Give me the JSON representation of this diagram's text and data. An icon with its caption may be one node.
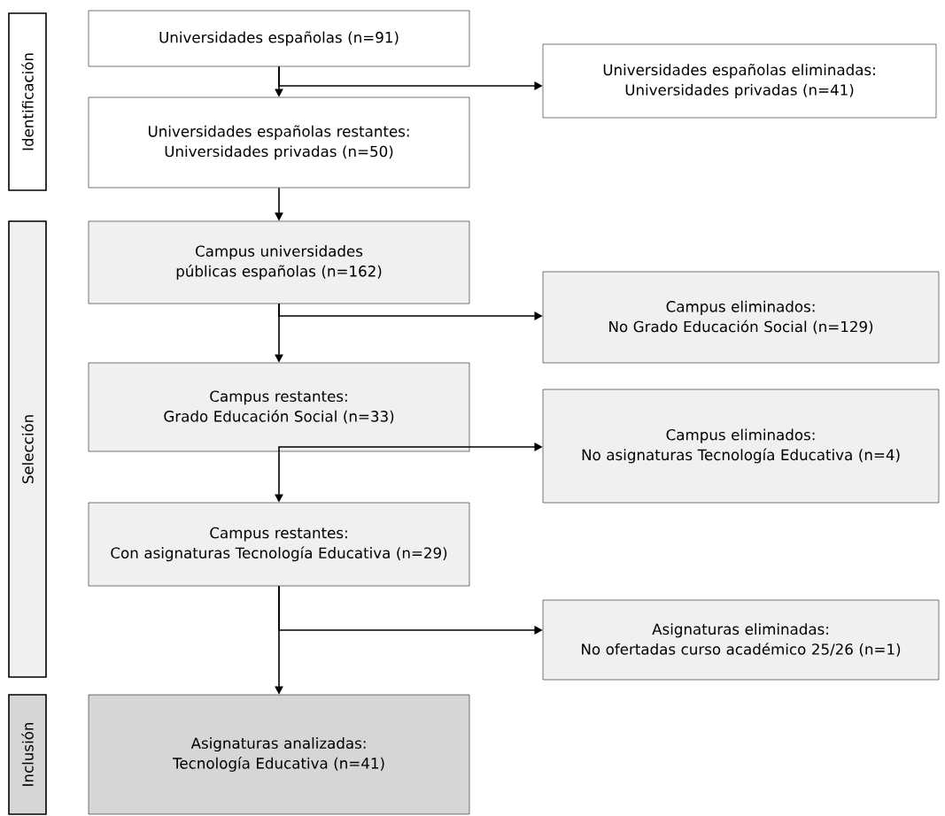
{
  "diagram": {
    "nodes": [
      {
        "text": [
          "Identificación"
        ]
      },
      {
        "text": [
          "Selección"
        ]
      },
      {
        "text": [
          "Inclusión"
        ]
      },
      {
        "text": [
          "Universidades españolas (n=91)"
        ]
      },
      {
        "text": [
          "Universidades españolas eliminadas:",
          "Universidades privadas (n=41)"
        ]
      },
      {
        "text": [
          "Universidades españolas restantes:",
          "Universidades privadas (n=50)"
        ]
      },
      {
        "text": [
          "Campus universidades públicas españolas (n=162)"
        ]
      },
      {
        "text": [
          "Campus eliminados:",
          "No Grado Educación Social (n=129)"
        ]
      },
      {
        "text": [
          "Campus restantes:",
          "Grado Educación Social (n=33)"
        ]
      },
      {
        "text": [
          "Campus eliminados:",
          "No asignaturas Tecnología Educativa (n=4)"
        ]
      },
      {
        "text": [
          "Campus restantes:",
          "Con asignaturas Tecnología Educativa (n=29)"
        ]
      },
      {
        "text": [
          "Asignaturas eliminadas:",
          "No ofertadas curso académico 25/26 (n=1)"
        ]
      },
      {
        "text": [
          "Asignaturas analizadas:",
          "Tecnología Educativa (n=41)"
        ]
      }
    ],
    "edges": [
      {
        "from": 3,
        "to": 5,
        "arrow": "to"
      },
      {
        "from": 3,
        "to": 4,
        "arrow": "to"
      },
      {
        "from": 5,
        "to": 6,
        "arrow": "to"
      },
      {
        "from": 6,
        "to": 8,
        "arrow": "to"
      },
      {
        "from": 6,
        "to": 7,
        "arrow": "to"
      },
      {
        "from": 8,
        "to": 10,
        "arrow": "to"
      },
      {
        "from": 8,
        "to": 9,
        "arrow": "to"
      },
      {
        "from": 10,
        "to": 12,
        "arrow": "to"
      },
      {
        "from": 10,
        "to": 11,
        "arrow": "to"
      }
    ]
  }
}
